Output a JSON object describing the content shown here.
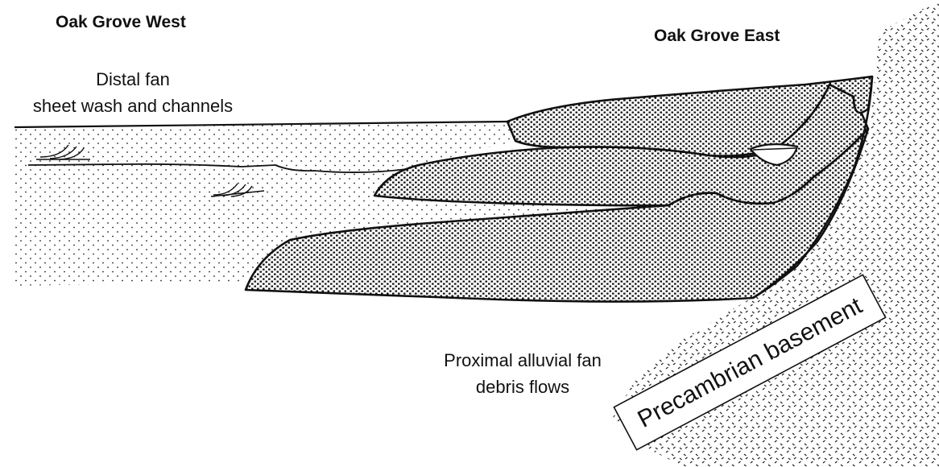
{
  "labels": {
    "west": "Oak Grove West",
    "east": "Oak Grove East",
    "distal_line1": "Distal fan",
    "distal_line2": "sheet wash and channels",
    "proximal_line1": "Proximal alluvial fan",
    "proximal_line2": "debris flows",
    "basement": "Precambrian basement"
  },
  "colors": {
    "ink": "#111111",
    "background": "#ffffff",
    "fill": "#ffffff"
  }
}
